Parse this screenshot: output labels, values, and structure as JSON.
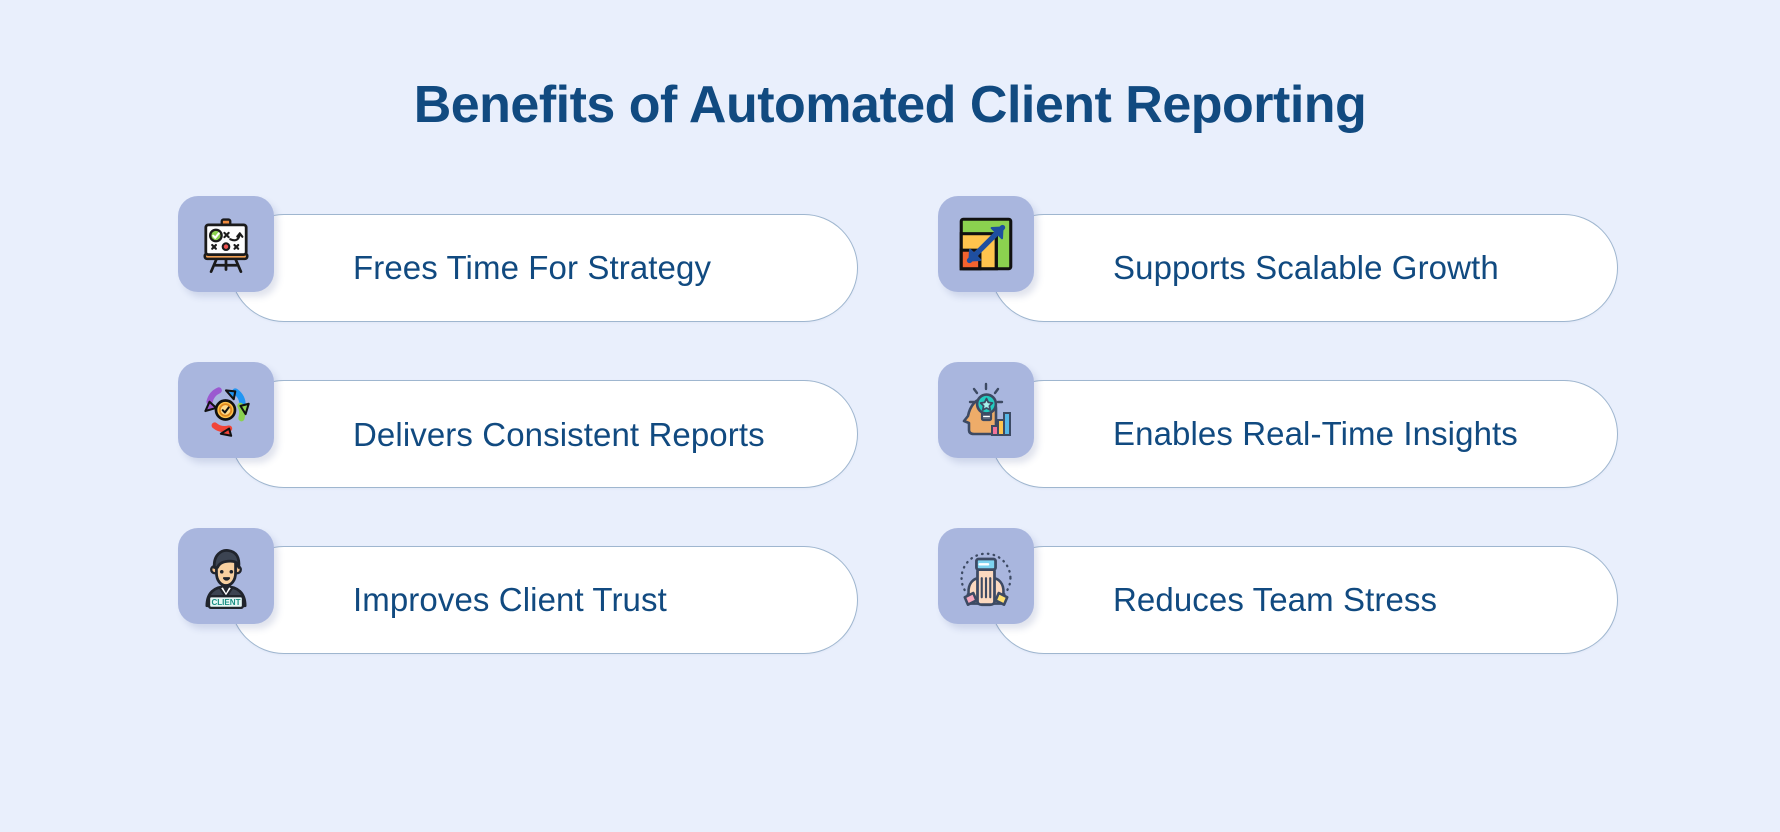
{
  "page": {
    "title": "Benefits of Automated Client Reporting",
    "background_color": "#e9effc",
    "heading_color": "#114a80",
    "card_background": "#ffffff",
    "card_border_color": "#9fb6cf",
    "icon_tile_color": "#a9b6de"
  },
  "benefits": [
    {
      "id": "frees-time-for-strategy",
      "label": "Frees Time For Strategy",
      "icon": "strategy-easel-icon",
      "column": "left",
      "row": 1
    },
    {
      "id": "supports-scalable-growth",
      "label": "Supports Scalable Growth",
      "icon": "scalable-growth-chart-icon",
      "column": "right",
      "row": 1
    },
    {
      "id": "delivers-consistent-reports",
      "label": "Delivers Consistent Reports",
      "icon": "cycle-arrows-check-icon",
      "column": "left",
      "row": 2
    },
    {
      "id": "enables-real-time-insights",
      "label": "Enables Real-Time Insights",
      "icon": "head-lightbulb-insights-icon",
      "column": "right",
      "row": 2
    },
    {
      "id": "improves-client-trust",
      "label": "Improves Client Trust",
      "icon": "client-person-badge-icon",
      "column": "left",
      "row": 3
    },
    {
      "id": "reduces-team-stress",
      "label": "Reduces Team Stress",
      "icon": "hands-phone-relax-icon",
      "column": "right",
      "row": 3
    }
  ]
}
